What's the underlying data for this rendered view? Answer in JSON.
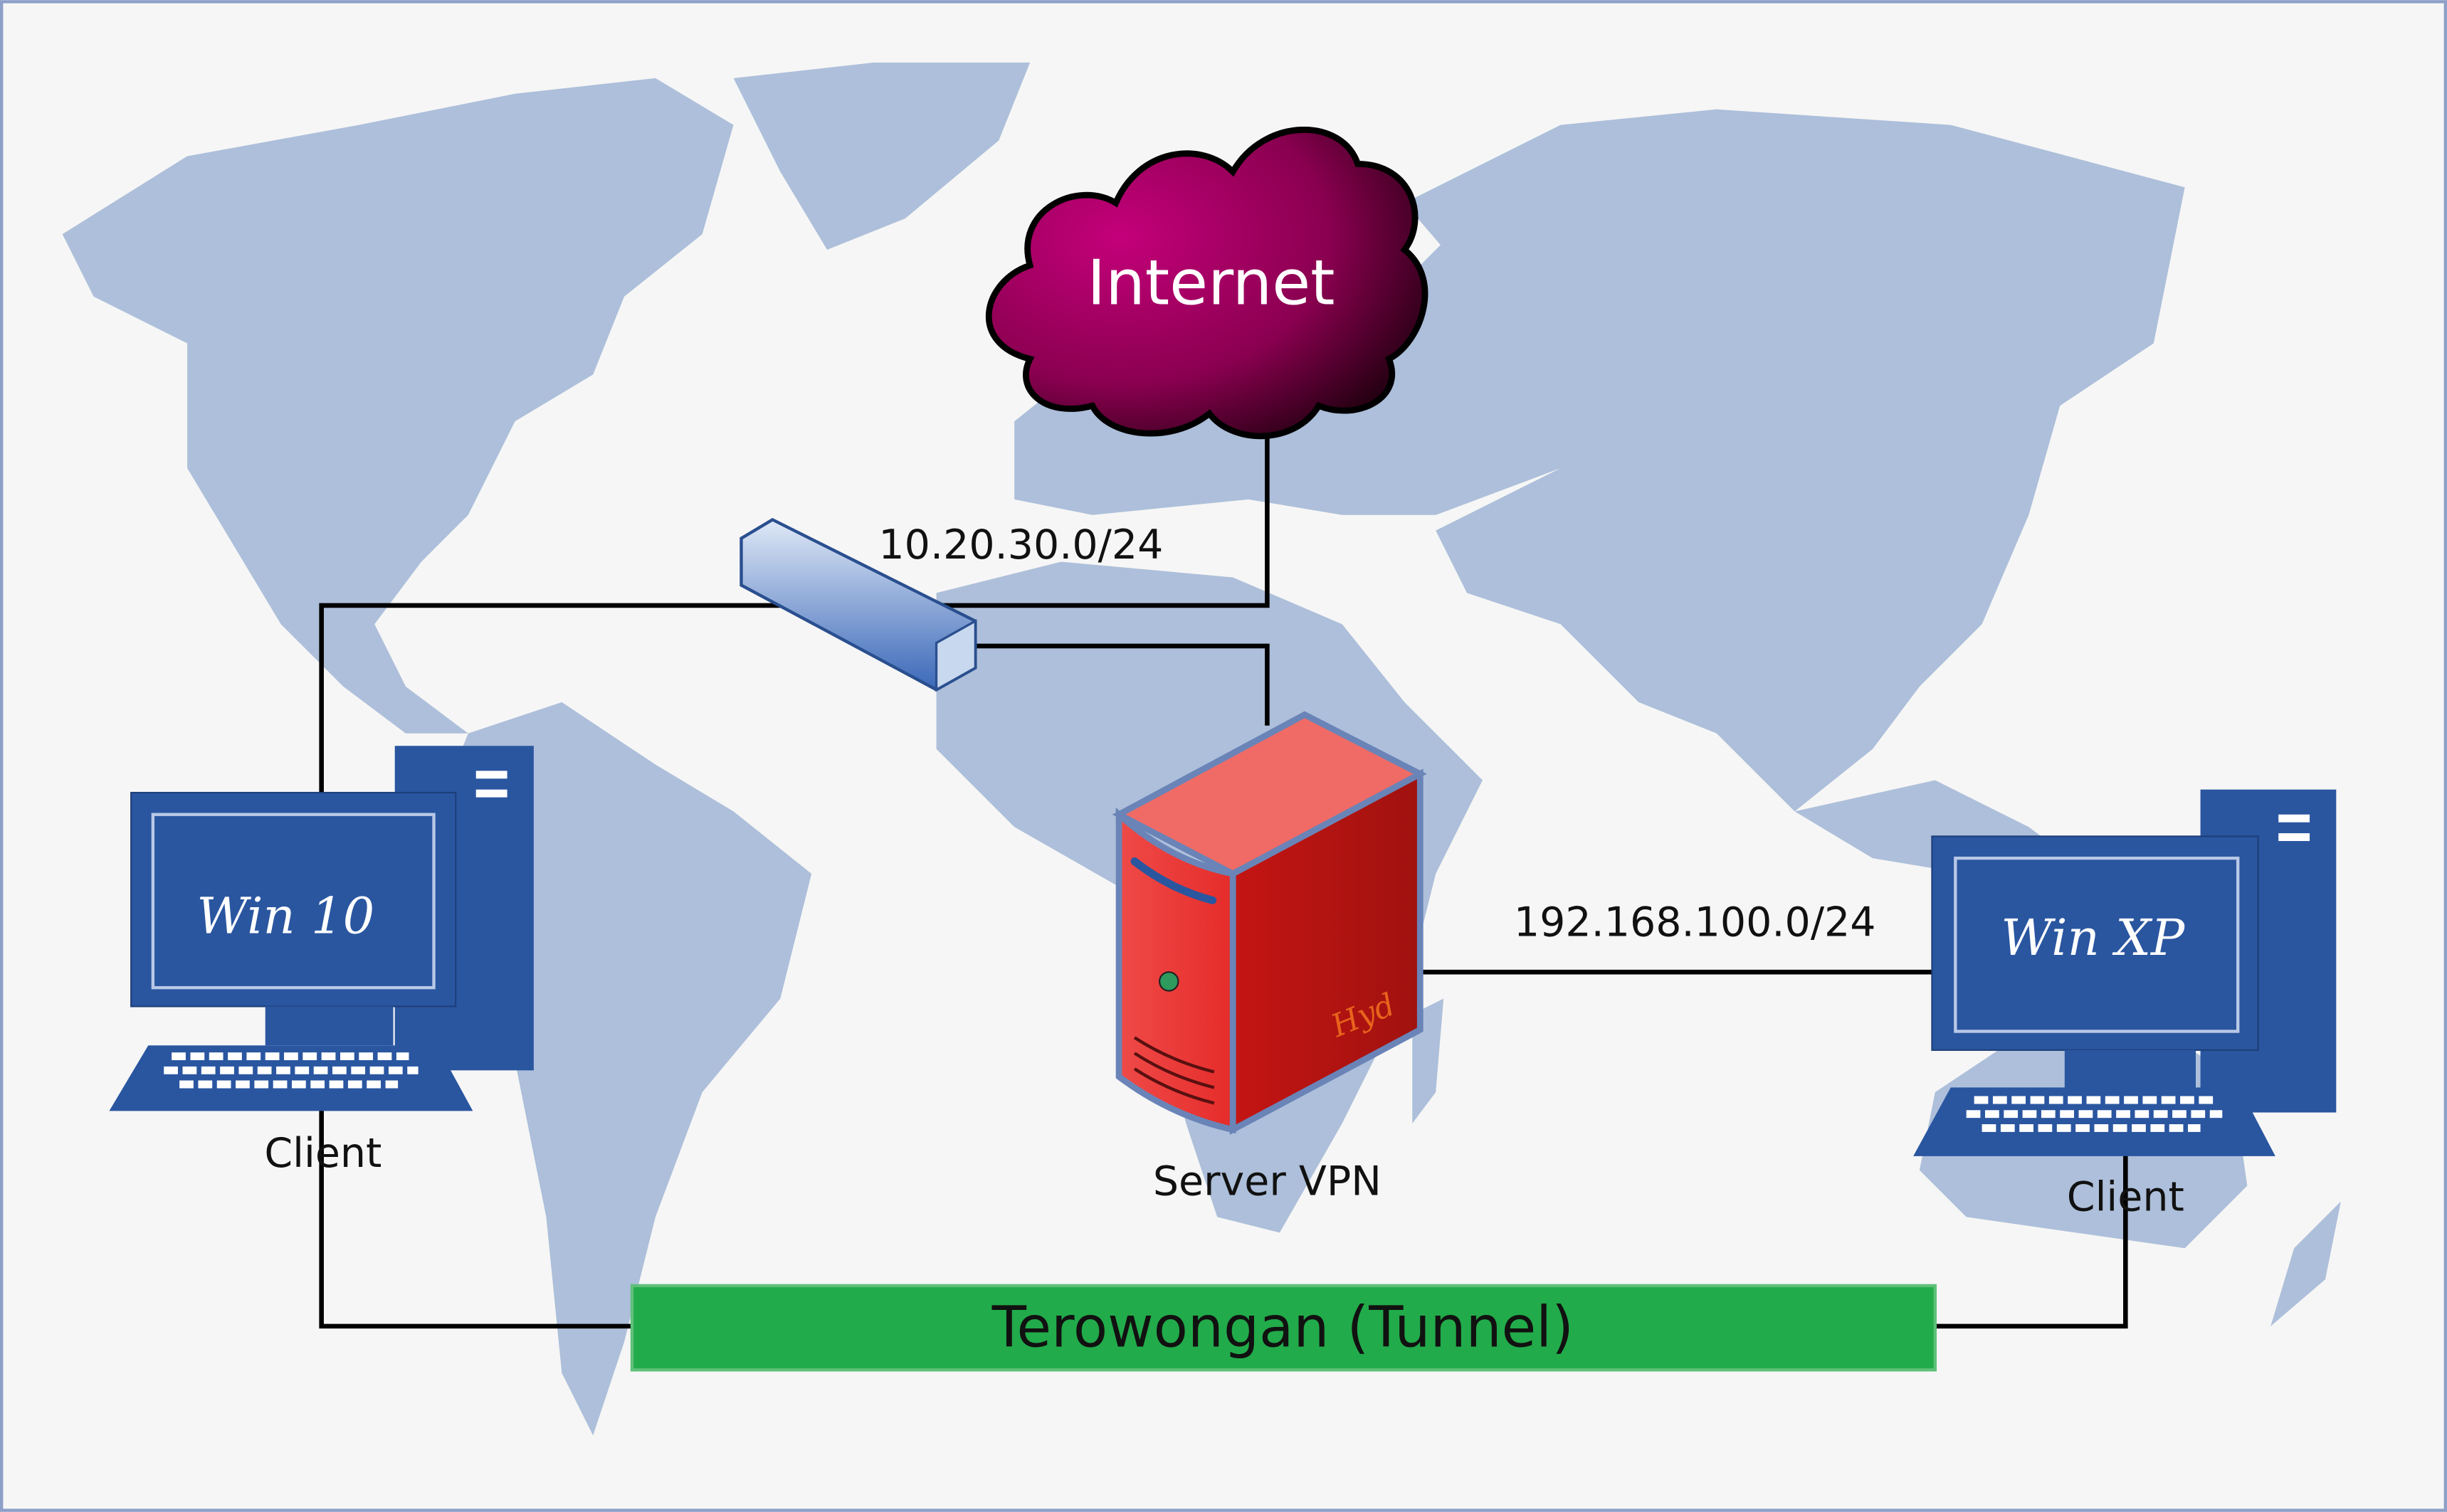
{
  "nodes": {
    "internet": {
      "label": "Internet"
    },
    "switch": {
      "network_label": "10.20.30.0/24"
    },
    "server": {
      "label": "Server VPN",
      "brand": "Hyd"
    },
    "client_left": {
      "screen_text": "Win 10",
      "label": "Client"
    },
    "client_right": {
      "screen_text": "Win XP",
      "label": "Client",
      "network_label": "192.168.100.0/24"
    }
  },
  "tunnel": {
    "label": "Terowongan (Tunnel)"
  },
  "colors": {
    "map": "#adbfda",
    "pc": "#2a56a0",
    "server": "#e43a35",
    "cloud": "#a3005f",
    "tunnel": "#22ab4a",
    "frame": "#8ca0c8"
  }
}
